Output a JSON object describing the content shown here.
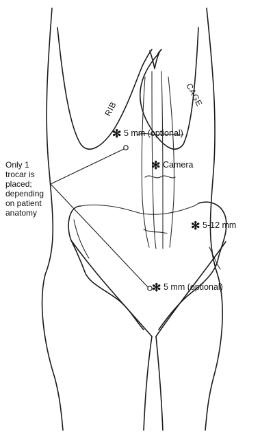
{
  "labels": {
    "rib": "RIB",
    "cage": "CAGE",
    "note_lines": [
      "Only 1",
      "trocar is",
      "placed;",
      "depending",
      "on patient",
      "anatomy"
    ]
  },
  "ports": {
    "upper_optional": "5 mm (optional)",
    "camera": "Camera",
    "right": "5-12 mm",
    "lower_optional": "5 mm (optional)"
  },
  "icons": {
    "port_marker": "asterisk-icon",
    "trocar_site": "circle-marker-icon"
  },
  "colors": {
    "line": "#1a1a1a",
    "background": "#ffffff"
  }
}
